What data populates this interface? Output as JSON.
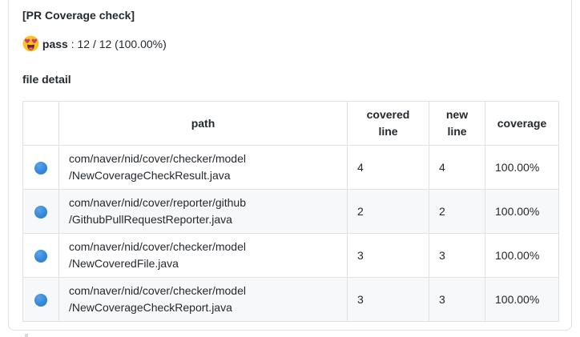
{
  "comment": {
    "title": "[PR Coverage check]",
    "status": {
      "emoji": "smiling-face-with-heart-eyes",
      "label": "pass",
      "detail": ": 12 / 12 (100.00%)"
    },
    "section_heading": "file detail"
  },
  "coverage_table": {
    "headers": {
      "icon": "",
      "path": "path",
      "covered_line": "covered line",
      "new_line": "new line",
      "coverage": "coverage"
    },
    "rows": [
      {
        "icon": "blue-circle",
        "path_line1": "com/naver/nid/cover/checker/model",
        "path_line2": "/NewCoverageCheckResult.java",
        "covered_line": "4",
        "new_line": "4",
        "coverage": "100.00%"
      },
      {
        "icon": "blue-circle",
        "path_line1": "com/naver/nid/cover/reporter/github",
        "path_line2": "/GithubPullRequestReporter.java",
        "covered_line": "2",
        "new_line": "2",
        "coverage": "100.00%"
      },
      {
        "icon": "blue-circle",
        "path_line1": "com/naver/nid/cover/checker/model",
        "path_line2": "/NewCoveredFile.java",
        "covered_line": "3",
        "new_line": "3",
        "coverage": "100.00%"
      },
      {
        "icon": "blue-circle",
        "path_line1": "com/naver/nid/cover/checker/model",
        "path_line2": "/NewCoverageCheckReport.java",
        "covered_line": "3",
        "new_line": "3",
        "coverage": "100.00%"
      }
    ]
  },
  "colors": {
    "circle_blue": "#3488da",
    "alt_row_bg": "#f6f8fa",
    "table_border": "#dfe2e5",
    "card_border": "#dfe2e6",
    "text": "#24292e"
  }
}
